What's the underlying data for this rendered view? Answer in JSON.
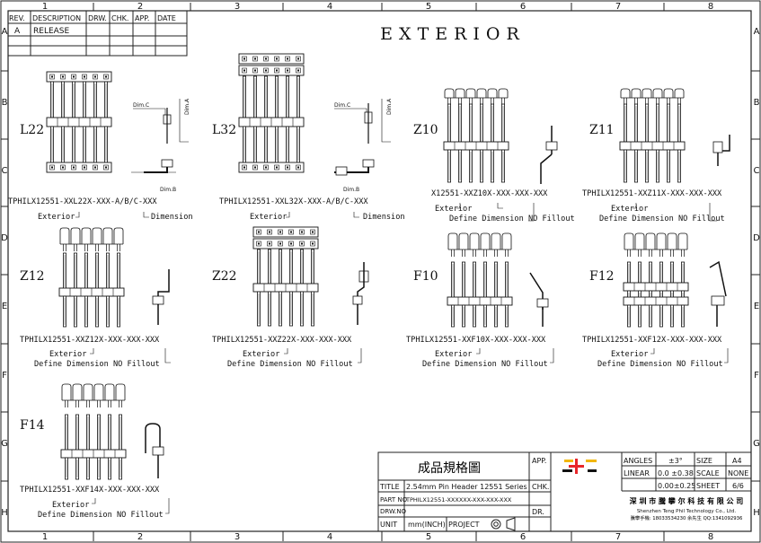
{
  "zones": {
    "columns": [
      "1",
      "2",
      "3",
      "4",
      "5",
      "6",
      "7",
      "8"
    ],
    "rows": [
      "A",
      "B",
      "C",
      "D",
      "E",
      "F",
      "G",
      "H"
    ]
  },
  "revision_table": {
    "headers": [
      "REV.",
      "DESCRIPTION",
      "DRW.",
      "CHK.",
      "APP.",
      "DATE"
    ],
    "row": [
      "A",
      "RELEASE",
      "",
      "",
      "",
      ""
    ]
  },
  "main_title": "EXTERIOR",
  "variants": [
    {
      "id": "L22",
      "code": "TPHILX12551-XXL22X-XXX-A/B/C-XXX",
      "note1": "Exterior",
      "note2": "Dimension"
    },
    {
      "id": "L32",
      "code": "TPHILX12551-XXL32X-XXX-A/B/C-XXX",
      "note1": "Exterior",
      "note2": "Dimension"
    },
    {
      "id": "Z10",
      "code": "X12551-XXZ10X-XXX-XXX-XXX",
      "note1": "Exterior",
      "note2": "Define Dimension NO Fillout"
    },
    {
      "id": "Z11",
      "code": "TPHILX12551-XXZ11X-XXX-XXX-XXX",
      "note1": "Exterior",
      "note2": "Define Dimension NO Fillout"
    },
    {
      "id": "Z12",
      "code": "TPHILX12551-XXZ12X-XXX-XXX-XXX",
      "note1": "Exterior",
      "note2": "Define Dimension NO Fillout"
    },
    {
      "id": "Z22",
      "code": "TPHILX12551-XXZ22X-XXX-XXX-XXX",
      "note1": "Exterior",
      "note2": "Define Dimension NO Fillout"
    },
    {
      "id": "F10",
      "code": "TPHILX12551-XXF10X-XXX-XXX-XXX",
      "note1": "Exterior",
      "note2": "Define Dimension NO Fillout"
    },
    {
      "id": "F12",
      "code": "TPHILX12551-XXF12X-XXX-XXX-XXX",
      "note1": "Exterior",
      "note2": "Define Dimension NO Fillout"
    },
    {
      "id": "F14",
      "code": "TPHILX12551-XXF14X-XXX-XXX-XXX",
      "note1": "Exterior",
      "note2": "Define Dimension NO Fillout"
    }
  ],
  "dims": {
    "a": "Dim.A",
    "b": "Dim.B",
    "c": "Dim.C"
  },
  "title_block": {
    "doc_title": "成品規格圖",
    "app": "APP.",
    "title_label": "TITLE",
    "title_value": "2.54mm Pin Header 12551 Series",
    "chk": "CHK.",
    "part_label": "PART NO",
    "part_value": "TPHILX12551-XXXXXX-XXX-XXX-XXX",
    "drw_label": "DRW.NO",
    "dr": "DR.",
    "unit_label": "UNIT",
    "unit_value": "mm(INCH)",
    "project_label": "PROJECT",
    "angles_label": "ANGLES",
    "angles_value": "±3°",
    "size_label": "SIZE",
    "size_value": "A4",
    "linear_label": "LINEAR",
    "linear_value1": "0.0  ±0.38",
    "linear_value2": "0.00±0.25",
    "scale_label": "SCALE",
    "scale_value": "NONE",
    "sheet_label": "SHEET",
    "sheet_value": "6/6",
    "company_cn": "深 圳 市 騰 攀 尔 科 技 有 限 公 司",
    "company_en": "Shenzhen Teng Phil Technology Co., Ltd.",
    "contact": "騰攀手機: 18033534230  余先生  QQ:1341092936"
  },
  "colors": {
    "logo_red": "#e8262a",
    "logo_yellow": "#f2b705",
    "line": "#111111",
    "watermark": "#8fd3a8"
  }
}
